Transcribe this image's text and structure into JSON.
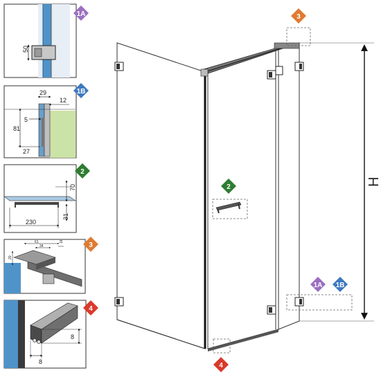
{
  "colors": {
    "purple": "#9b6fc1",
    "blue": "#3d79c0",
    "green": "#2e7d32",
    "orange": "#e07b31",
    "red": "#d93a2b",
    "glass_blue": "#4f93c9",
    "wall_green": "#cbe3a6"
  },
  "panels": [
    {
      "badge": "1A",
      "dims": [
        "50"
      ]
    },
    {
      "badge": "1B",
      "dims": [
        "29",
        "12",
        "5",
        "81",
        "27"
      ]
    },
    {
      "badge": "2",
      "dims": [
        "70",
        "31",
        "230"
      ]
    },
    {
      "badge": "3",
      "dims": [
        "61",
        "34",
        "16",
        "20"
      ]
    },
    {
      "badge": "4",
      "dims": [
        "8",
        "8"
      ]
    }
  ],
  "main": {
    "badge_top": "3",
    "badge_handle": "2",
    "badge_bottom": "4",
    "badge_hinge_a": "1A",
    "badge_hinge_b": "1B",
    "height_label": "H"
  }
}
